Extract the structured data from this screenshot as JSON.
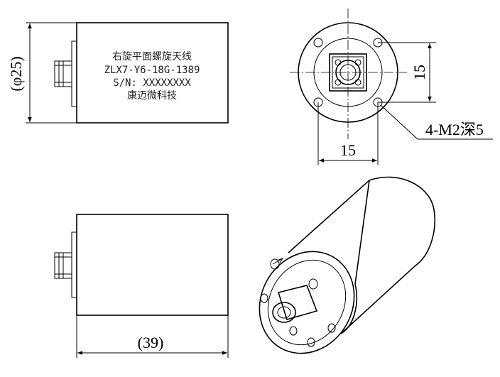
{
  "label": {
    "line1": "右旋平面螺旋天线",
    "line2": "ZLX7-Y6-18G-1389",
    "line3": "S/N: XXXXXXXX",
    "line4": "康迈微科技"
  },
  "dimensions": {
    "diameter": "(φ25)",
    "height_front": "15",
    "width_front": "15",
    "holes": "4-M2深5",
    "length": "(39)"
  }
}
